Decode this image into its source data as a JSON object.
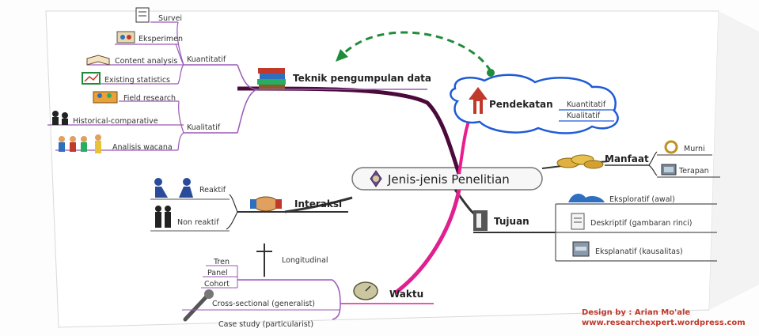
{
  "center": {
    "title": "Jenis-jenis Penelitian"
  },
  "branches": {
    "teknik": {
      "title": "Teknik pengumpulan data",
      "kuantitatif": {
        "label": "Kuantitatif",
        "items": [
          "Survei",
          "Eksperimen",
          "Content analysis",
          "Existing statistics"
        ]
      },
      "kualitatif": {
        "label": "Kualitatif",
        "items": [
          "Field research",
          "Historical-comparative",
          "Analisis wacana"
        ]
      }
    },
    "pendekatan": {
      "title": "Pendekatan",
      "items": [
        "Kuantitatif",
        "Kualitatif"
      ]
    },
    "manfaat": {
      "title": "Manfaat",
      "items": [
        "Murni",
        "Terapan"
      ]
    },
    "tujuan": {
      "title": "Tujuan",
      "items": [
        "Eksploratif (awal)",
        "Deskriptif (gambaran rinci)",
        "Eksplanatif (kausalitas)"
      ]
    },
    "interaksi": {
      "title": "Interaksi",
      "items": [
        "Reaktif",
        "Non reaktif"
      ]
    },
    "waktu": {
      "title": "Waktu",
      "longitudinal": {
        "label": "Longitudinal",
        "items": [
          "Tren",
          "Panel",
          "Cohort"
        ]
      },
      "cross": "Cross-sectional (generalist)",
      "case": "Case study (particularist)"
    }
  },
  "credit": {
    "line1": "Design by : Arian Mo'ale",
    "line2": "www.researchexpert.wordpress.com"
  },
  "colors": {
    "teknik_branch": "#4a0a3a",
    "teknik_lines": "#9b59b6",
    "pendekatan_branch": "#e91e8c",
    "pendekatan_cloud": "#1f5bd6",
    "arrow": "#1e8c3a",
    "waktu_branch": "#e0208f",
    "credit": "#c0392b"
  }
}
